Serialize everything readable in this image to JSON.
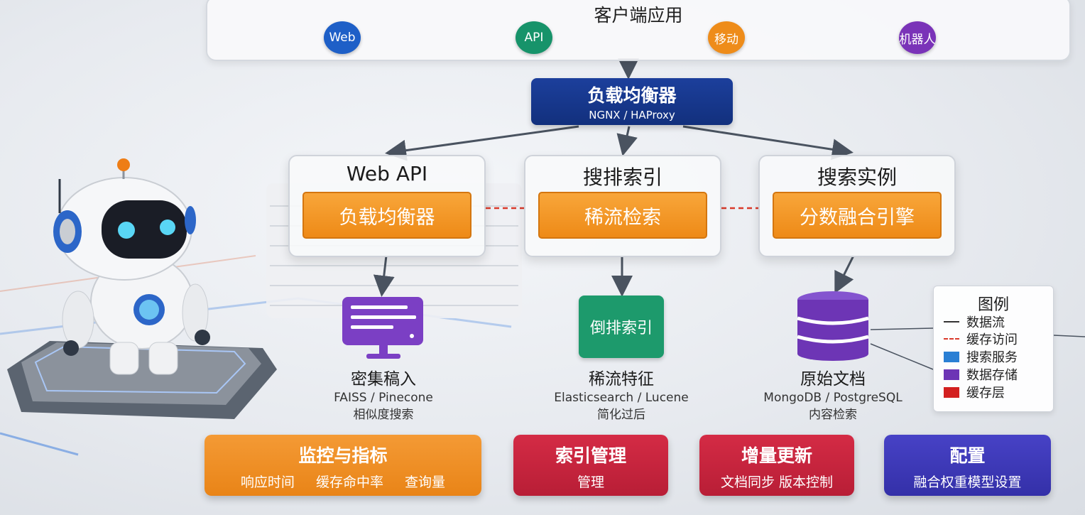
{
  "client": {
    "title": "客户端应用",
    "chips": [
      {
        "label": "Web",
        "color": "#1e5fc7"
      },
      {
        "label": "API",
        "color": "#17936a"
      },
      {
        "label": "移动",
        "color": "#ee8c1a"
      },
      {
        "label": "机器人",
        "color": "#7a33b8"
      }
    ]
  },
  "load_balancer": {
    "title": "负载均衡器",
    "subtitle": "NGNX / HAProxy",
    "color": "#17388c"
  },
  "cards": [
    {
      "title": "Web API",
      "inner": "负载均衡器"
    },
    {
      "title": "搜排索引",
      "inner": "稀流检索"
    },
    {
      "title": "搜索实例",
      "inner": "分数融合引擎"
    }
  ],
  "stores": [
    {
      "title": "密集稿入",
      "sub1": "FAISS / Pinecone",
      "sub2": "相似度搜索",
      "icon": "monitor-icon",
      "color": "#7b3fc4"
    },
    {
      "title": "稀流特征",
      "sub1": "Elasticsearch / Lucene",
      "sub2": "简化过后",
      "icon_text": "倒排索引",
      "icon": "index-panel-icon",
      "color": "#1d9a6c"
    },
    {
      "title": "原始文档",
      "sub1": "MongoDB / PostgreSQL",
      "sub2": "内容检索",
      "icon": "database-icon",
      "color": "#6d35b5"
    }
  ],
  "legend": {
    "title": "图例",
    "items": [
      {
        "label": "数据流",
        "kind": "line",
        "color": "#333333"
      },
      {
        "label": "缓存访问",
        "kind": "dashed",
        "color": "#d93a2b"
      },
      {
        "label": "搜索服务",
        "kind": "box",
        "color": "#2a7fd4"
      },
      {
        "label": "数据存储",
        "kind": "box",
        "color": "#6d35b5"
      },
      {
        "label": "缓存层",
        "kind": "box",
        "color": "#d32020"
      }
    ]
  },
  "modules": [
    {
      "title": "监控与指标",
      "subs": [
        "响应时间",
        "缓存命中率",
        "查询量"
      ],
      "color": "#ee8a20"
    },
    {
      "title": "索引管理",
      "subs": [
        "管理"
      ],
      "color": "#c8243d"
    },
    {
      "title": "增量更新",
      "subs": [
        "文档同步 版本控制"
      ],
      "color": "#c8243d"
    },
    {
      "title": "配置",
      "subs": [
        "融合权重模型设置"
      ],
      "color": "#3c37b8"
    }
  ]
}
